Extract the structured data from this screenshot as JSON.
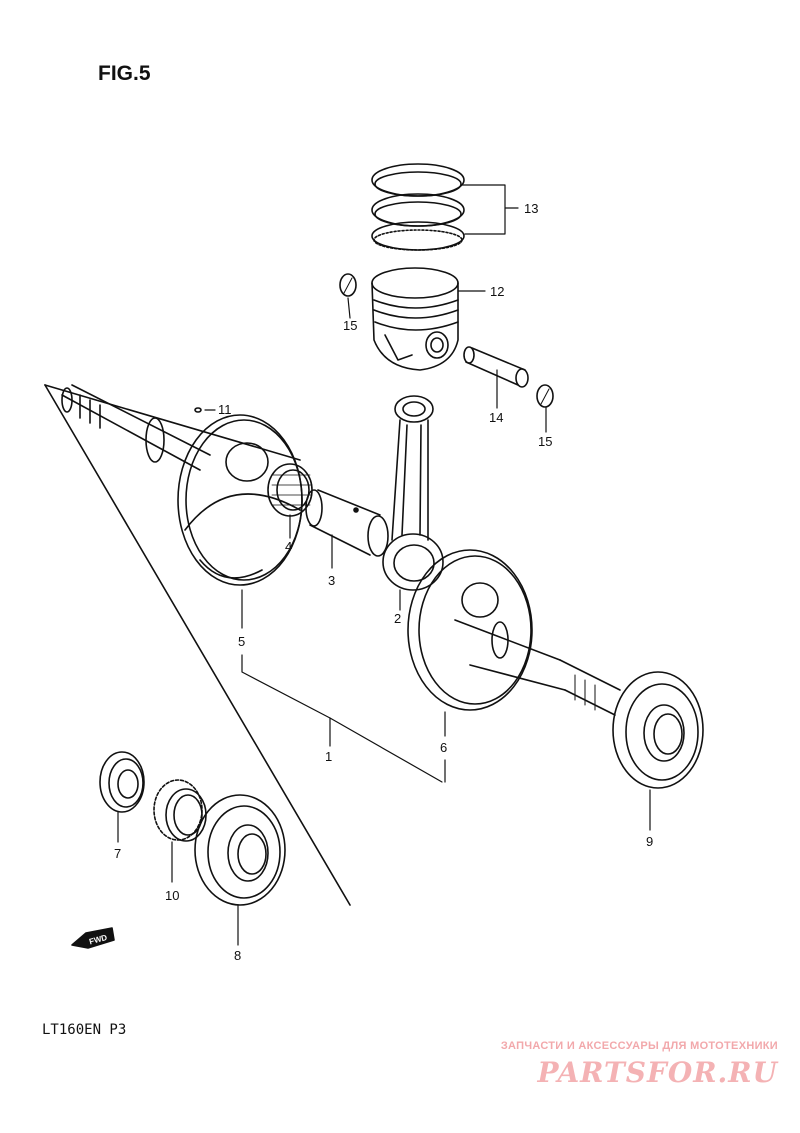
{
  "figure": {
    "title": "FIG.5",
    "model_code": "LT160EN  P3",
    "fwd_label": "FWD"
  },
  "callouts": [
    "1",
    "2",
    "3",
    "4",
    "5",
    "6",
    "7",
    "8",
    "9",
    "10",
    "11",
    "12",
    "13",
    "14",
    "15",
    "15"
  ],
  "watermark": {
    "caption": "ЗАПЧАСТИ И АКСЕССУАРЫ ДЛЯ МОТОТЕХНИКИ",
    "logo": "PARTSFOR.RU"
  }
}
